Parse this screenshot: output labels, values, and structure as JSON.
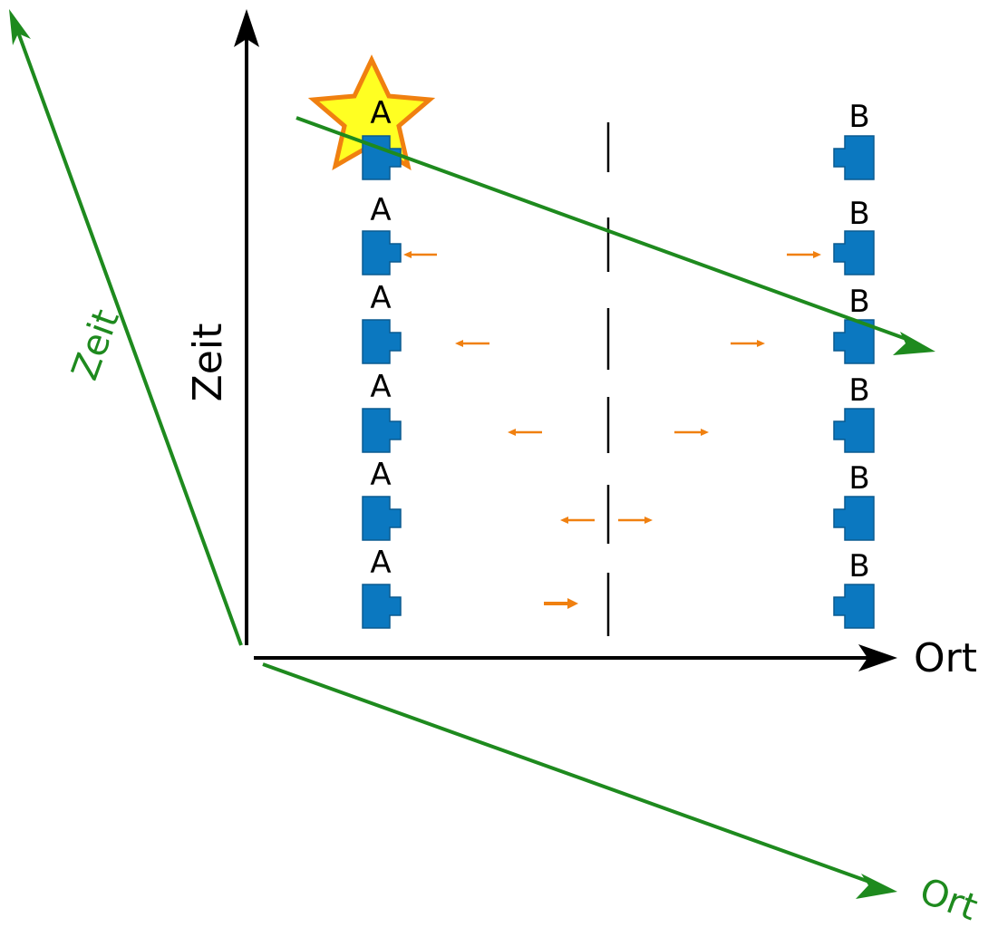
{
  "axes": {
    "primary_time_label": "Zeit",
    "primary_space_label": "Ort",
    "moving_time_label": "Zeit",
    "moving_space_label": "Ort"
  },
  "colors": {
    "axis": "#000000",
    "moving_frame": "#1e8a1e",
    "clock": "#0b78c0",
    "signal": "#f08010",
    "star_fill": "#ffff22",
    "star_stroke": "#f08010",
    "midline": "#000000"
  },
  "clock_a_label": "A",
  "clock_b_label": "B",
  "frames": [
    {
      "a_label": "A",
      "b_label": "B"
    },
    {
      "a_label": "A",
      "b_label": "B"
    },
    {
      "a_label": "A",
      "b_label": "B"
    },
    {
      "a_label": "A",
      "b_label": "B"
    },
    {
      "a_label": "A",
      "b_label": "B"
    },
    {
      "a_label": "A",
      "b_label": "B"
    }
  ],
  "icons": [
    "star-icon",
    "clock-icon",
    "arrow-icon"
  ]
}
